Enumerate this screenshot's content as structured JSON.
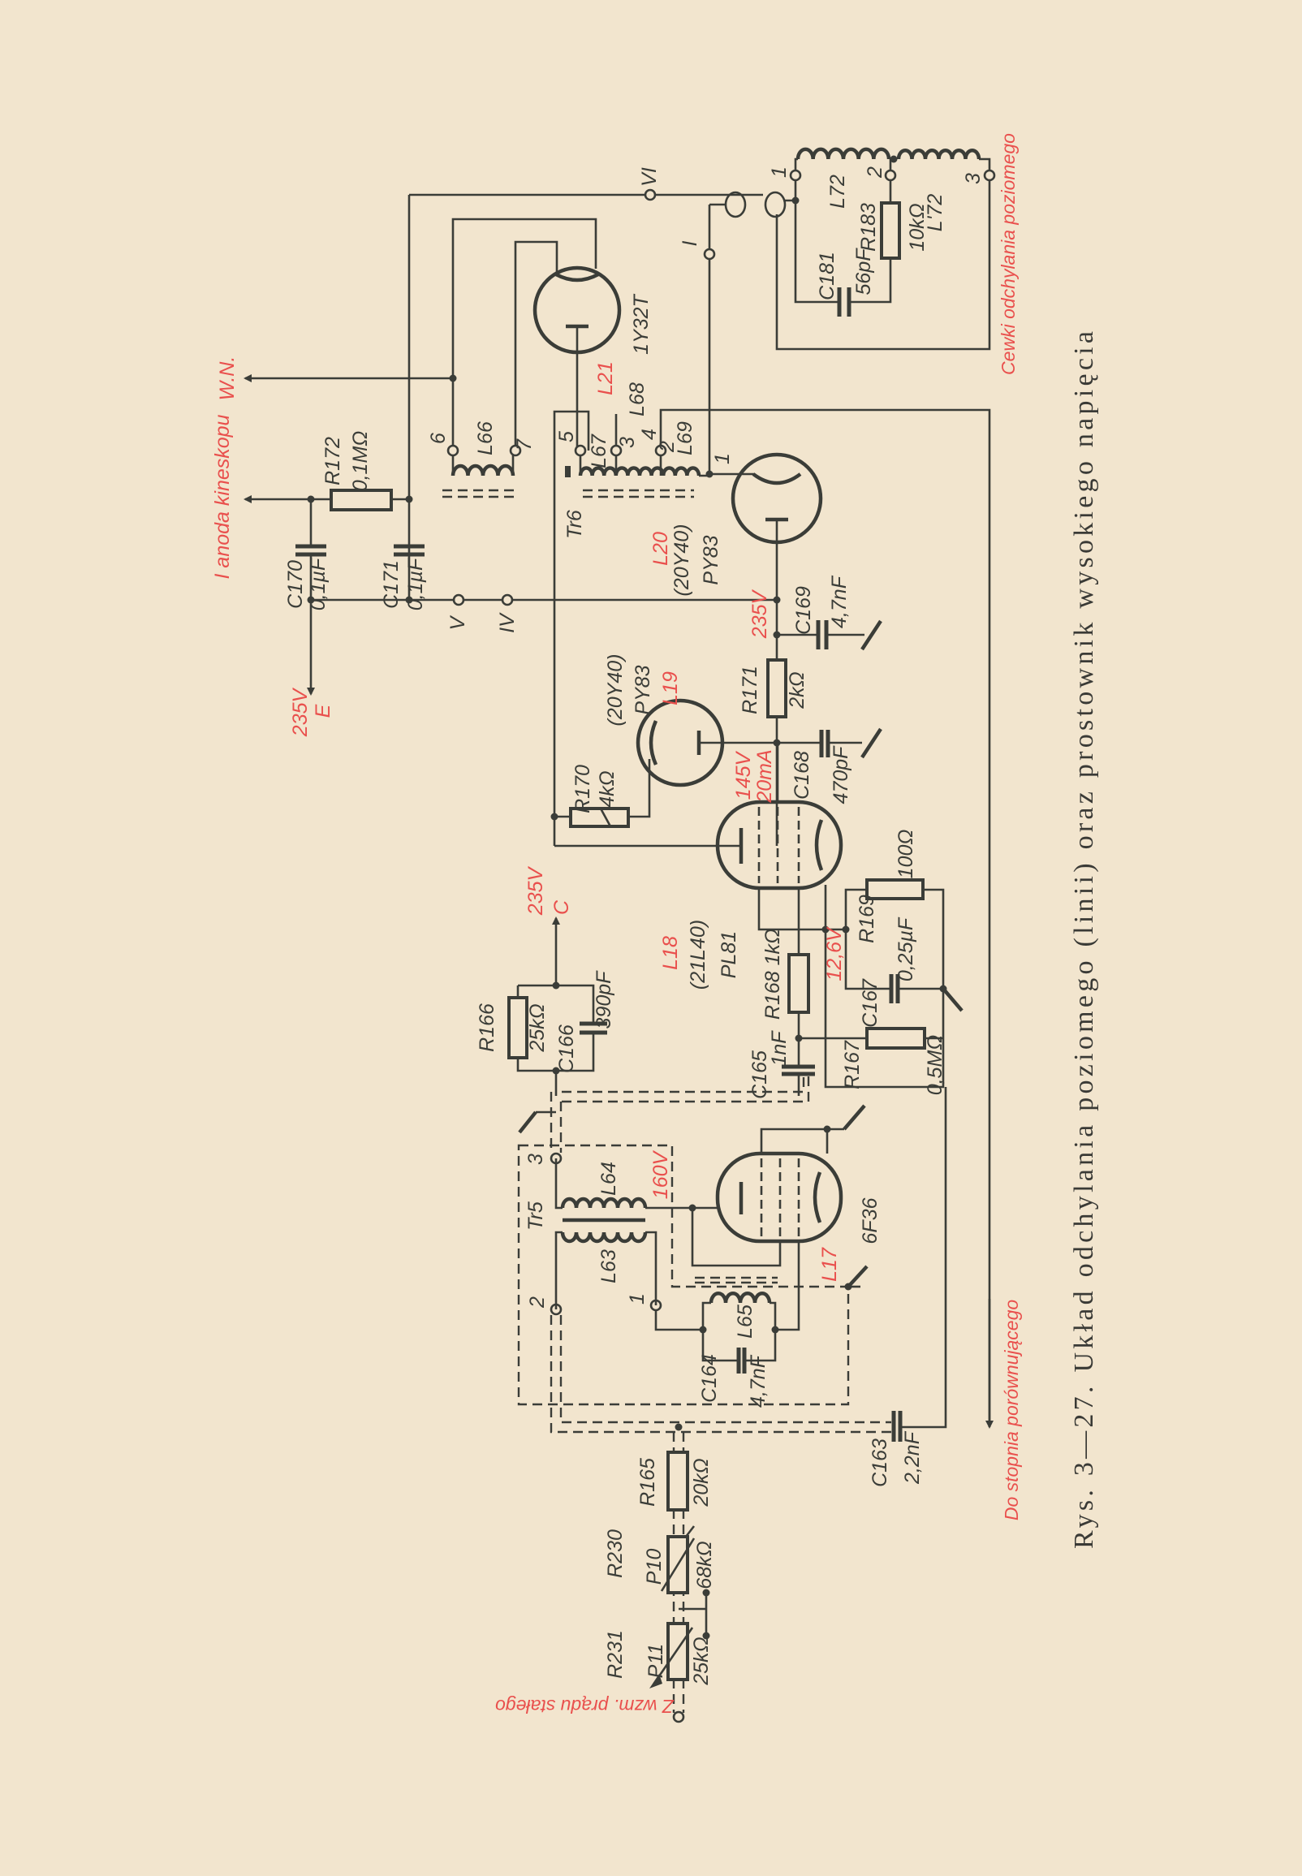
{
  "caption": "Rys. 3—27. Układ odchylania poziomego (linii) oraz prostownik wysokiego napięcia",
  "colors": {
    "paper": "#f2e5ce",
    "ink": "#3b3d38",
    "red": "#e9504d"
  },
  "red_labels": {
    "anode": "I anoda kineskopu",
    "wn": "W.N.",
    "e_volt": "235V",
    "e_letter": "E",
    "c_volt": "235V",
    "c_letter": "C",
    "l21": "L21",
    "l20": "L20",
    "l19": "L19",
    "l18": "L18",
    "l17": "L17",
    "v235": "235V",
    "v145": "145V",
    "ma20": "20mA",
    "v126": "12,6V",
    "v160": "160V",
    "coils": "Cewki odchylania poziomego",
    "to_comparator": "Do stopnia porównującego",
    "from_amp": "Z wzm. prądu stałego"
  },
  "labels": {
    "r172": "R172",
    "r172_v": "0,1MΩ",
    "c170": "C170",
    "c170_v": "0,1µF",
    "c171": "C171",
    "c171_v": "0,1µF",
    "t_v": "V",
    "t_iv": "IV",
    "t_vi": "VI",
    "t_i": "I",
    "tube_1y32t": "1Y32T",
    "l66": "L66",
    "p6": "6",
    "p7": "7",
    "p5": "5",
    "p3": "3",
    "p4": "4",
    "p2": "2",
    "p1": "1",
    "l67": "L67",
    "l68": "L68",
    "l69": "L69",
    "tr6": "Tr6",
    "l72": "L72",
    "l72b": "L'72",
    "k1": "1",
    "k2": "2",
    "k3": "3",
    "r183": "R183",
    "r183_v": "10kΩ",
    "c181": "C181",
    "c181_v": "56pF",
    "py83a_code": "(20Y40)",
    "py83a": "PY83",
    "py83b_code": "(20Y40)",
    "py83b": "PY83",
    "c169": "C169",
    "c169_v": "4,7nF",
    "r171": "R171",
    "r171_v": "2kΩ",
    "c168": "C168",
    "c168_v": "470pF",
    "r170": "R170",
    "r170_v": "4kΩ",
    "pl81_code": "(21L40)",
    "pl81": "PL81",
    "r168": "R168 1kΩ",
    "r169": "R169",
    "r169_v": "100Ω",
    "c167": "C167",
    "c167_v": "0,25µF",
    "r167": "R167",
    "r167_v": "0,5MΩ",
    "r166": "R166",
    "r166_v": "25kΩ",
    "c166": "C166",
    "c166_v": "390pF",
    "c165": "C165",
    "c165_v": "1nF",
    "tr5": "Tr5",
    "l64": "L64",
    "l63": "L63",
    "q3": "3",
    "q2": "2",
    "q1": "1",
    "l65": "L65",
    "c164": "C164",
    "c164_v": "4,7nF",
    "tube_6f36": "6F36",
    "c163": "C163",
    "c163_v": "2,2nF",
    "r165": "R165",
    "r165_v": "20kΩ",
    "r230": "R230",
    "p10": "P10",
    "r230_v": "68kΩ",
    "r231": "R231",
    "p11": "P11",
    "r231_v": "25kΩ"
  }
}
